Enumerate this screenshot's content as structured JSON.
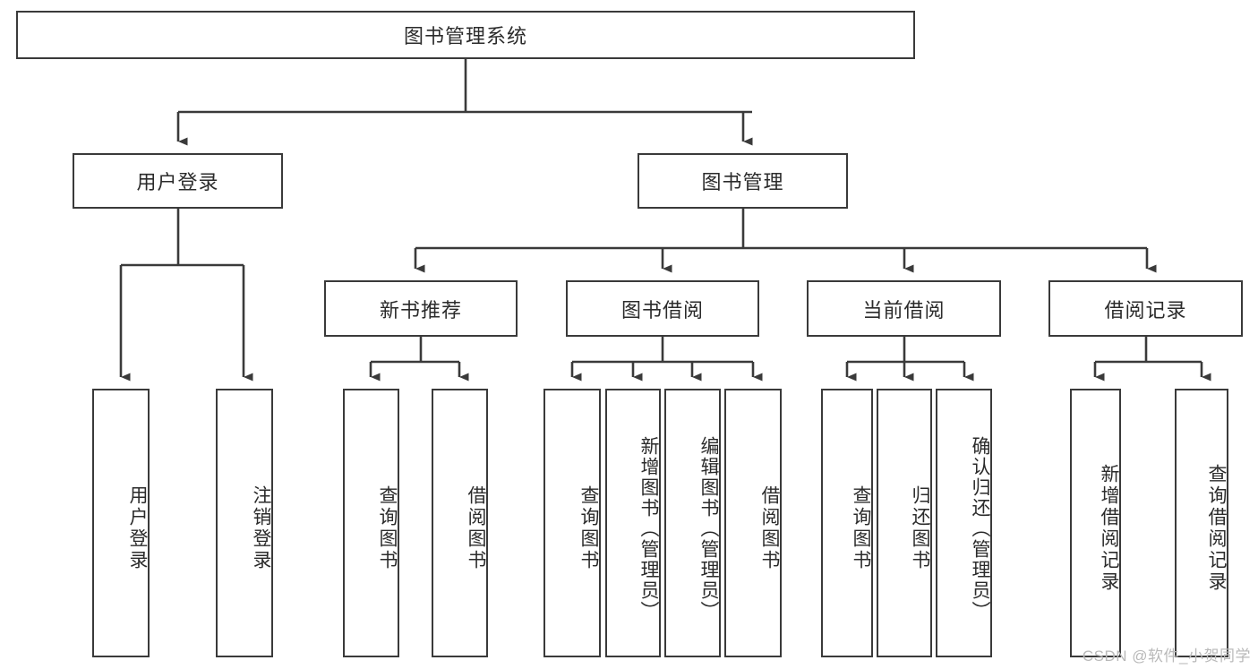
{
  "diagram": {
    "title": "图书管理系统",
    "type": "tree",
    "orientation": "top-down",
    "colors": {
      "box_border": "#3a3a3a",
      "box_fill": "#ffffff",
      "connector": "#3a3a3a",
      "text": "#2b2b2b",
      "watermark": "#b9b9b9",
      "background": "#ffffff"
    },
    "root": {
      "label": "图书管理系统"
    },
    "level2": [
      {
        "label": "用户登录"
      },
      {
        "label": "图书管理"
      }
    ],
    "level3": [
      {
        "label": "新书推荐"
      },
      {
        "label": "图书借阅"
      },
      {
        "label": "当前借阅"
      },
      {
        "label": "借阅记录"
      }
    ],
    "leaves": {
      "user_login": [
        {
          "label": "用户登录"
        },
        {
          "label": "注销登录"
        }
      ],
      "new_book_recommend": [
        {
          "label": "查询图书"
        },
        {
          "label": "借阅图书"
        }
      ],
      "book_borrow": [
        {
          "label": "查询图书"
        },
        {
          "label": "新增图书（管理员）"
        },
        {
          "label": "编辑图书（管理员）"
        },
        {
          "label": "借阅图书"
        }
      ],
      "current_borrow": [
        {
          "label": "查询图书"
        },
        {
          "label": "归还图书"
        },
        {
          "label": "确认归还（管理员）"
        }
      ],
      "borrow_record": [
        {
          "label": "新增借阅记录"
        },
        {
          "label": "查询借阅记录"
        }
      ]
    }
  },
  "watermark": {
    "text": "CSDN @软件_小贺同学"
  }
}
